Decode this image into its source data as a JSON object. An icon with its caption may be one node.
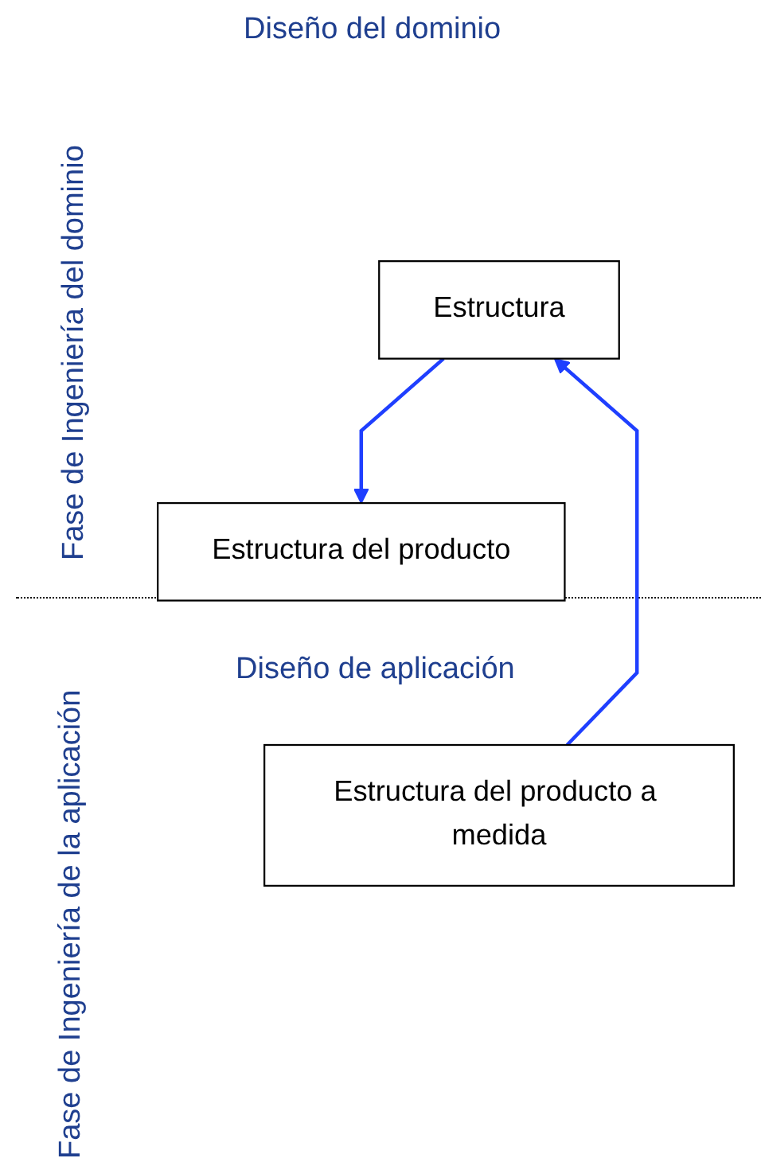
{
  "diagram": {
    "nodes": [
      {
        "text": [
          "Estructura"
        ]
      },
      {
        "text": [
          "Estructura del producto"
        ]
      },
      {
        "text": [
          "Estructura del producto a medida"
        ]
      }
    ],
    "edges": [
      {
        "from": 0,
        "to": 1,
        "arrow": "to"
      },
      {
        "from": 2,
        "to": 0,
        "arrow": "to"
      }
    ],
    "labels": [
      "Diseño del dominio",
      "Fase de Ingeniería del dominio",
      "Diseño de aplicación",
      "Fase de Ingeniería de la aplicación"
    ]
  }
}
